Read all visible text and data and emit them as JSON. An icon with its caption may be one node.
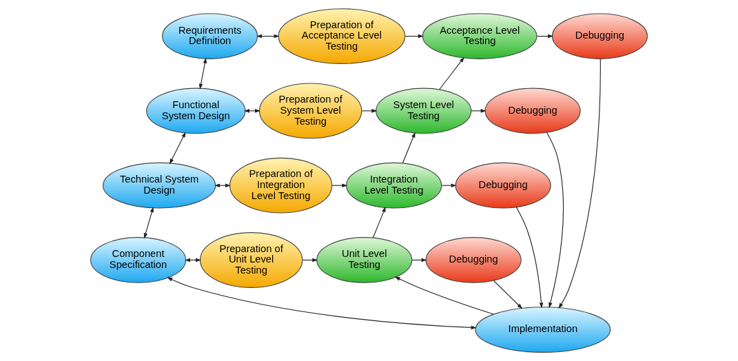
{
  "diagram": {
    "nodes": [
      {
        "text": [
          "Requirements Definition"
        ]
      },
      {
        "text": [
          "Preparation of Acceptance Level Testing"
        ]
      },
      {
        "text": [
          "Acceptance Level Testing"
        ]
      },
      {
        "text": [
          "Debugging"
        ]
      },
      {
        "text": [
          "Functional System Design"
        ]
      },
      {
        "text": [
          "Preparation of System Level Testing"
        ]
      },
      {
        "text": [
          "System Level Testing"
        ]
      },
      {
        "text": [
          "Debugging"
        ]
      },
      {
        "text": [
          "Technical System Design"
        ]
      },
      {
        "text": [
          "Preparation of Integration Level Testing"
        ]
      },
      {
        "text": [
          "Integration Level Testing"
        ]
      },
      {
        "text": [
          "Debugging"
        ]
      },
      {
        "text": [
          "Component Specification"
        ]
      },
      {
        "text": [
          "Preparation of Unit Level Testing"
        ]
      },
      {
        "text": [
          "Unit Level Testing"
        ]
      },
      {
        "text": [
          "Debugging"
        ]
      },
      {
        "text": [
          "Implementation"
        ]
      }
    ],
    "edges": [
      {
        "from": 0,
        "to": 1,
        "arrow": "both"
      },
      {
        "from": 1,
        "to": 2,
        "arrow": "to"
      },
      {
        "from": 2,
        "to": 3,
        "arrow": "to"
      },
      {
        "from": 0,
        "to": 4,
        "arrow": "both"
      },
      {
        "from": 4,
        "to": 5,
        "arrow": "both"
      },
      {
        "from": 5,
        "to": 6,
        "arrow": "to"
      },
      {
        "from": 6,
        "to": 7,
        "arrow": "to"
      },
      {
        "from": 6,
        "to": 2,
        "arrow": "to"
      },
      {
        "from": 4,
        "to": 8,
        "arrow": "both"
      },
      {
        "from": 8,
        "to": 9,
        "arrow": "both"
      },
      {
        "from": 9,
        "to": 10,
        "arrow": "to"
      },
      {
        "from": 10,
        "to": 11,
        "arrow": "to"
      },
      {
        "from": 10,
        "to": 6,
        "arrow": "to"
      },
      {
        "from": 8,
        "to": 12,
        "arrow": "both"
      },
      {
        "from": 12,
        "to": 13,
        "arrow": "both"
      },
      {
        "from": 13,
        "to": 14,
        "arrow": "to"
      },
      {
        "from": 14,
        "to": 15,
        "arrow": "to"
      },
      {
        "from": 14,
        "to": 10,
        "arrow": "to"
      },
      {
        "from": 12,
        "to": 16,
        "arrow": "both"
      },
      {
        "from": 16,
        "to": 14,
        "arrow": "to"
      },
      {
        "from": 15,
        "to": 16,
        "arrow": "to"
      },
      {
        "from": 11,
        "to": 16,
        "arrow": "to"
      },
      {
        "from": 7,
        "to": 16,
        "arrow": "to"
      },
      {
        "from": 3,
        "to": 16,
        "arrow": "to"
      }
    ]
  }
}
